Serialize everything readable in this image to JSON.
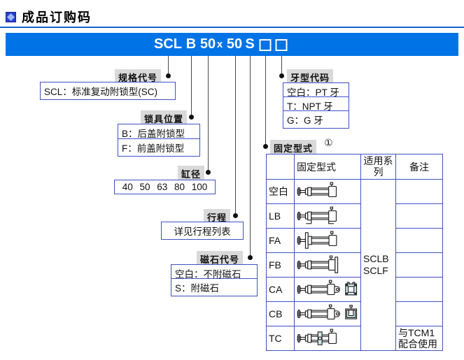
{
  "page": {
    "title": "成品订购码"
  },
  "code_bar": {
    "full_code": "SCL B 50 x 50 S □ □",
    "parts": [
      "SCL",
      "B",
      "50",
      "x",
      "50",
      "S"
    ],
    "placeholder_symbol": "□"
  },
  "callouts": {
    "spec": {
      "label": "规格代号",
      "items": [
        "SCL：标准复动附锁型(SC)"
      ]
    },
    "lock": {
      "label": "锁具位置",
      "items": [
        "B：后盖附锁型",
        "F：前盖附锁型"
      ]
    },
    "bore": {
      "label": "缸径",
      "items": [
        "40 50 63 80 100"
      ]
    },
    "stroke": {
      "label": "行程",
      "items": [
        "详见行程列表"
      ]
    },
    "magnet": {
      "label": "磁石代号",
      "items": [
        "空白：不附磁石",
        "S：附磁石"
      ]
    },
    "thread": {
      "label": "牙型代码",
      "items": [
        "空白：PT 牙",
        "T：NPT 牙",
        "G：G 牙"
      ]
    },
    "mount": {
      "label": "固定型式",
      "superscript": "①"
    }
  },
  "mount_table": {
    "headers": {
      "blank": "",
      "type": "固定型式",
      "series": "适用系列",
      "note": "备注"
    },
    "rows": [
      {
        "code": "空白",
        "icon": "cylinder-basic"
      },
      {
        "code": "LB",
        "icon": "cylinder-foot-mount"
      },
      {
        "code": "FA",
        "icon": "cylinder-front-flange"
      },
      {
        "code": "FB",
        "icon": "cylinder-rear-flange"
      },
      {
        "code": "CA",
        "icon": "cylinder-clevis-a"
      },
      {
        "code": "CB",
        "icon": "cylinder-clevis-b"
      },
      {
        "code": "TC",
        "icon": "cylinder-trunnion"
      }
    ],
    "series_lines": [
      "SCLB",
      "SCLF"
    ],
    "tc_note_lines": [
      "与TCM1",
      "配合使用"
    ]
  },
  "colors": {
    "bar_blue": "#0073e6",
    "border_blue": "#3f51c5",
    "accent_cyan": "#cfe9ea"
  }
}
